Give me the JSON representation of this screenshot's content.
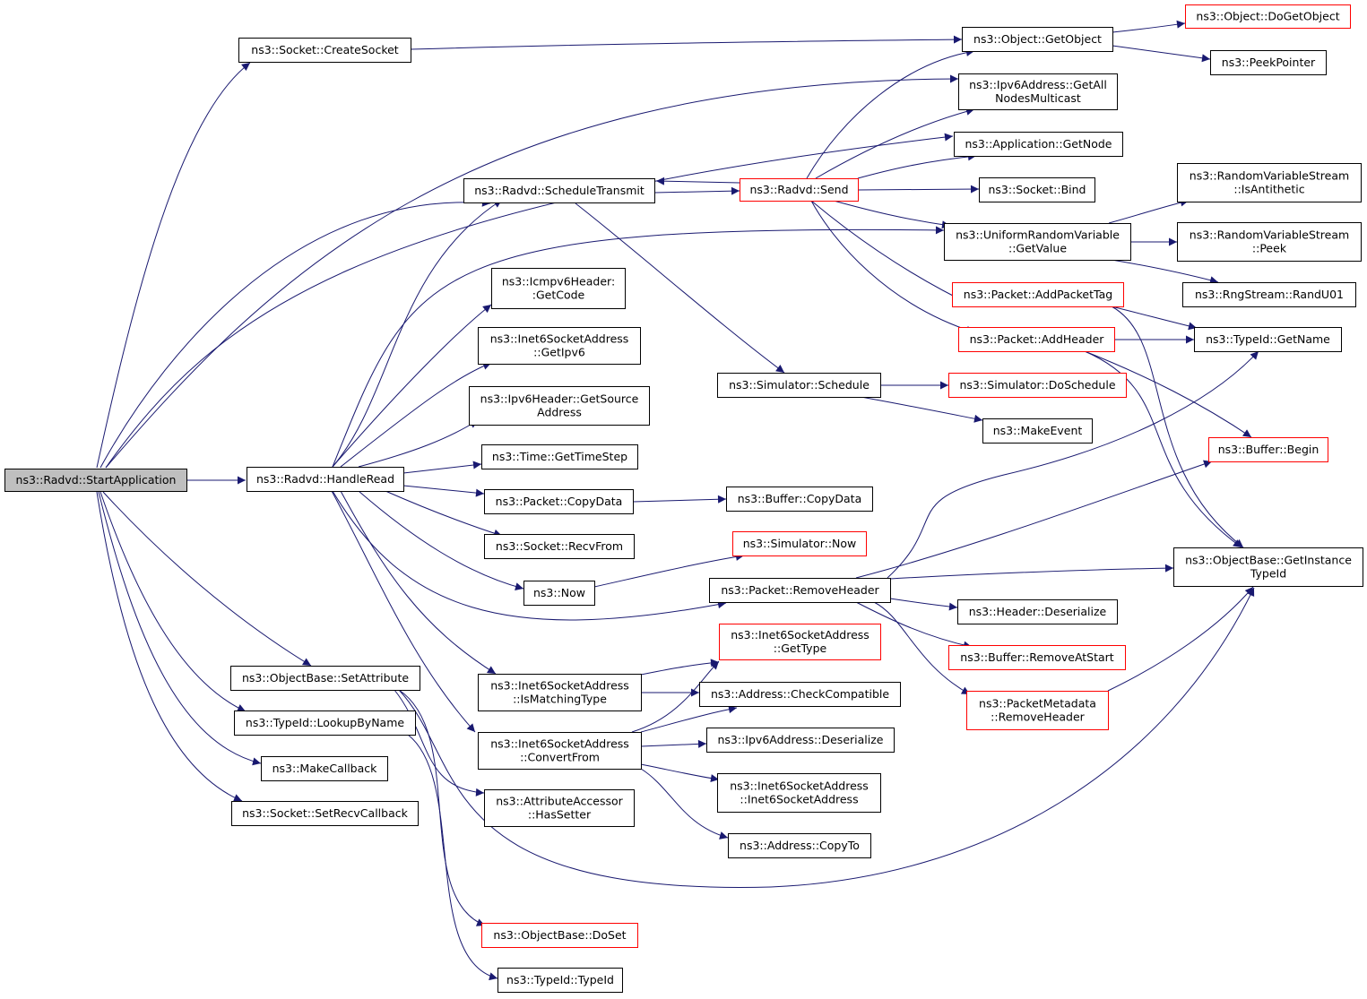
{
  "title": "ns3::Radvd::StartApplication call graph",
  "colors": {
    "edge": "#191970",
    "root_fill": "#bfbfbf",
    "truncated_border": "#ff0000",
    "node_border": "#000000"
  },
  "nodes": {
    "start": {
      "lines": [
        "ns3::Radvd::StartApplication"
      ],
      "root": true
    },
    "createSocket": {
      "lines": [
        "ns3::Socket::CreateSocket"
      ]
    },
    "getObject": {
      "lines": [
        "ns3::Object::GetObject"
      ]
    },
    "doGetObject": {
      "lines": [
        "ns3::Object::DoGetObject"
      ],
      "truncated": true
    },
    "peekPointer": {
      "lines": [
        "ns3::PeekPointer"
      ]
    },
    "getAllNodesMulticast": {
      "lines": [
        "ns3::Ipv6Address::GetAll",
        "NodesMulticast"
      ]
    },
    "appGetNode": {
      "lines": [
        "ns3::Application::GetNode"
      ]
    },
    "scheduleTransmit": {
      "lines": [
        "ns3::Radvd::ScheduleTransmit"
      ]
    },
    "radvdSend": {
      "lines": [
        "ns3::Radvd::Send"
      ],
      "truncated": true
    },
    "socketBind": {
      "lines": [
        "ns3::Socket::Bind"
      ]
    },
    "isAntithetic": {
      "lines": [
        "ns3::RandomVariableStream",
        "::IsAntithetic"
      ]
    },
    "urvGetValue": {
      "lines": [
        "ns3::UniformRandomVariable",
        "::GetValue"
      ]
    },
    "rvsPeek": {
      "lines": [
        "ns3::RandomVariableStream",
        "::Peek"
      ]
    },
    "randU01": {
      "lines": [
        "ns3::RngStream::RandU01"
      ]
    },
    "addPacketTag": {
      "lines": [
        "ns3::Packet::AddPacketTag"
      ],
      "truncated": true
    },
    "icmpGetCode": {
      "lines": [
        "ns3::Icmpv6Header:",
        ":GetCode"
      ]
    },
    "getIpv6": {
      "lines": [
        "ns3::Inet6SocketAddress",
        "::GetIpv6"
      ]
    },
    "addHeader": {
      "lines": [
        "ns3::Packet::AddHeader"
      ],
      "truncated": true
    },
    "typeIdGetName": {
      "lines": [
        "ns3::TypeId::GetName"
      ]
    },
    "simSchedule": {
      "lines": [
        "ns3::Simulator::Schedule"
      ]
    },
    "doSchedule": {
      "lines": [
        "ns3::Simulator::DoSchedule"
      ],
      "truncated": true
    },
    "getSourceAddress": {
      "lines": [
        "ns3::Ipv6Header::GetSource",
        "Address"
      ]
    },
    "makeEvent": {
      "lines": [
        "ns3::MakeEvent"
      ]
    },
    "getTimeStep": {
      "lines": [
        "ns3::Time::GetTimeStep"
      ]
    },
    "bufferBegin": {
      "lines": [
        "ns3::Buffer::Begin"
      ],
      "truncated": true
    },
    "handleRead": {
      "lines": [
        "ns3::Radvd::HandleRead"
      ]
    },
    "packetCopyData": {
      "lines": [
        "ns3::Packet::CopyData"
      ]
    },
    "bufferCopyData": {
      "lines": [
        "ns3::Buffer::CopyData"
      ]
    },
    "recvFrom": {
      "lines": [
        "ns3::Socket::RecvFrom"
      ]
    },
    "simNow": {
      "lines": [
        "ns3::Simulator::Now"
      ],
      "truncated": true
    },
    "getInstanceTypeId": {
      "lines": [
        "ns3::ObjectBase::GetInstance",
        "TypeId"
      ]
    },
    "now": {
      "lines": [
        "ns3::Now"
      ]
    },
    "removeHeader": {
      "lines": [
        "ns3::Packet::RemoveHeader"
      ]
    },
    "headerDeserialize": {
      "lines": [
        "ns3::Header::Deserialize"
      ]
    },
    "inet6GetType": {
      "lines": [
        "ns3::Inet6SocketAddress",
        "::GetType"
      ],
      "truncated": true
    },
    "bufferRemoveAtStart": {
      "lines": [
        "ns3::Buffer::RemoveAtStart"
      ],
      "truncated": true
    },
    "setAttribute": {
      "lines": [
        "ns3::ObjectBase::SetAttribute"
      ]
    },
    "isMatchingType": {
      "lines": [
        "ns3::Inet6SocketAddress",
        "::IsMatchingType"
      ]
    },
    "checkCompatible": {
      "lines": [
        "ns3::Address::CheckCompatible"
      ]
    },
    "pmRemoveHeader": {
      "lines": [
        "ns3::PacketMetadata",
        "::RemoveHeader"
      ],
      "truncated": true
    },
    "lookupByName": {
      "lines": [
        "ns3::TypeId::LookupByName"
      ]
    },
    "ipv6Deserialize": {
      "lines": [
        "ns3::Ipv6Address::Deserialize"
      ]
    },
    "convertFrom": {
      "lines": [
        "ns3::Inet6SocketAddress",
        "::ConvertFrom"
      ]
    },
    "makeCallback": {
      "lines": [
        "ns3::MakeCallback"
      ]
    },
    "inet6Ctor": {
      "lines": [
        "ns3::Inet6SocketAddress",
        "::Inet6SocketAddress"
      ]
    },
    "hasSetter": {
      "lines": [
        "ns3::AttributeAccessor",
        "::HasSetter"
      ]
    },
    "setRecvCallback": {
      "lines": [
        "ns3::Socket::SetRecvCallback"
      ]
    },
    "addressCopyTo": {
      "lines": [
        "ns3::Address::CopyTo"
      ]
    },
    "doSet": {
      "lines": [
        "ns3::ObjectBase::DoSet"
      ],
      "truncated": true
    },
    "typeIdTypeId": {
      "lines": [
        "ns3::TypeId::TypeId"
      ]
    }
  }
}
